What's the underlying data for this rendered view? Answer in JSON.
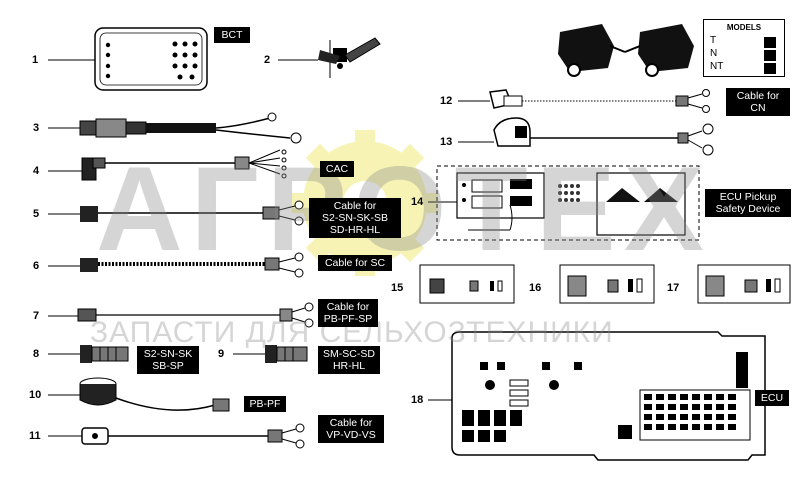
{
  "parts": [
    {
      "number": "1",
      "label": "BCT"
    },
    {
      "number": "2"
    },
    {
      "number": "3"
    },
    {
      "number": "4",
      "label": "CAC"
    },
    {
      "number": "5",
      "label_lines": [
        "Cable for",
        "S2-SN-SK-SB",
        "SD-HR-HL"
      ]
    },
    {
      "number": "6",
      "label": "Cable for SC"
    },
    {
      "number": "7",
      "label_lines": [
        "Cable for",
        "PB-PF-SP"
      ]
    },
    {
      "number": "8",
      "label_lines": [
        "S2-SN-SK",
        "SB-SP"
      ]
    },
    {
      "number": "9",
      "label_lines": [
        "SM-SC-SD",
        "HR-HL"
      ]
    },
    {
      "number": "10",
      "label": "PB-PF"
    },
    {
      "number": "11",
      "label_lines": [
        "Cable for",
        "VP-VD-VS"
      ]
    },
    {
      "number": "12",
      "label_lines": [
        "Cable for",
        "CN"
      ]
    },
    {
      "number": "13"
    },
    {
      "number": "14",
      "label_lines": [
        "ECU Pickup",
        "Safety Device"
      ]
    },
    {
      "number": "15"
    },
    {
      "number": "16"
    },
    {
      "number": "17"
    },
    {
      "number": "18",
      "label": "ECU"
    }
  ],
  "models": {
    "title": "MODELS",
    "rows": [
      "T",
      "N",
      "NT"
    ]
  },
  "watermark": {
    "logo_text": "АГРОТЕХ",
    "tagline": "ЗАПАСТИ ДЛЯ СЕЛЬХОЗТЕХНИКИ",
    "accent_color": "#f2ea7a"
  }
}
